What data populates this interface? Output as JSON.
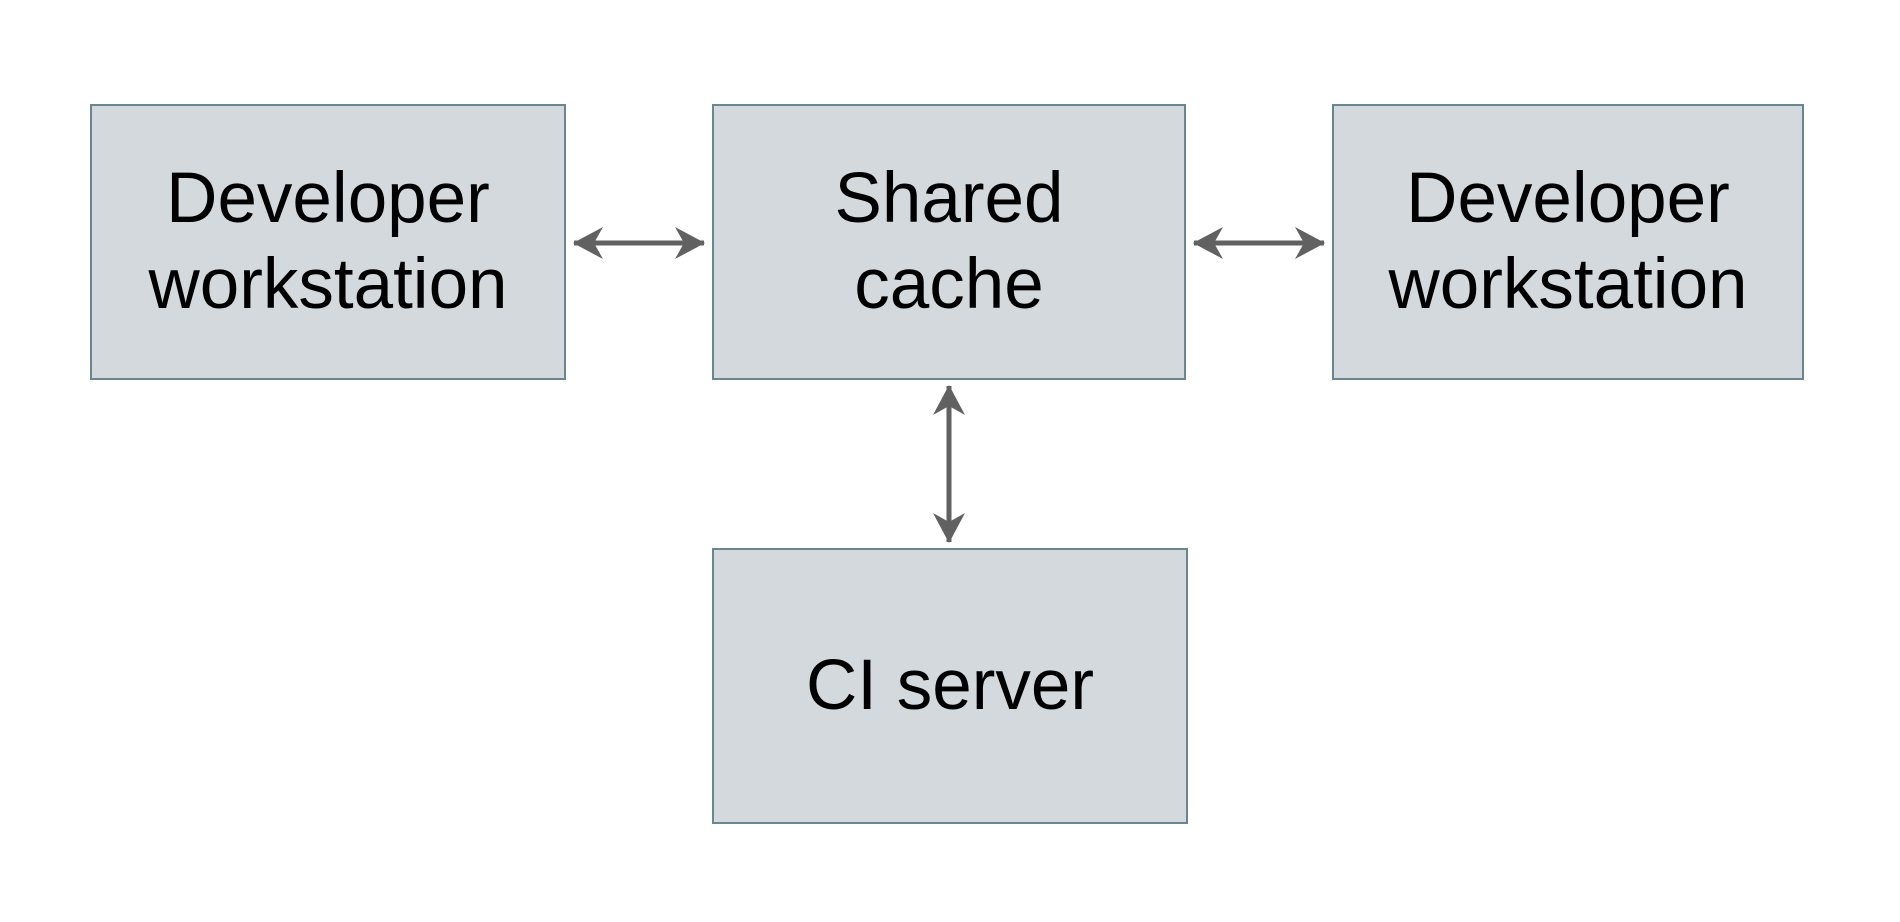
{
  "colors": {
    "background": "#ffffff",
    "node_fill": "#d3d9dc",
    "node_border": "#6b8591",
    "arrow": "#616161",
    "text": "#000000"
  },
  "diagram": {
    "type": "architecture-diagram",
    "title": "",
    "nodes": [
      {
        "id": "developer-workstation-left",
        "label": "Developer workstation"
      },
      {
        "id": "shared-cache",
        "label": "Shared cache"
      },
      {
        "id": "developer-workstation-right",
        "label": "Developer workstation"
      },
      {
        "id": "ci-server",
        "label": "CI server"
      }
    ],
    "edges": [
      {
        "from": "developer-workstation-left",
        "to": "shared-cache",
        "direction": "bidirectional"
      },
      {
        "from": "shared-cache",
        "to": "developer-workstation-right",
        "direction": "bidirectional"
      },
      {
        "from": "shared-cache",
        "to": "ci-server",
        "direction": "bidirectional"
      }
    ]
  }
}
